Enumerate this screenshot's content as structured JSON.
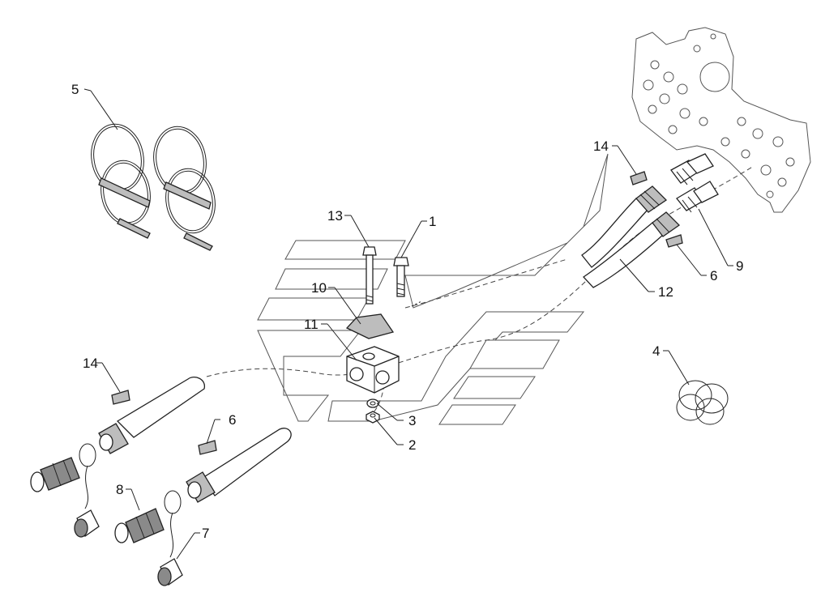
{
  "callouts": [
    {
      "id": "c1",
      "label": "1"
    },
    {
      "id": "c2",
      "label": "2"
    },
    {
      "id": "c3",
      "label": "3"
    },
    {
      "id": "c4",
      "label": "4"
    },
    {
      "id": "c5",
      "label": "5"
    },
    {
      "id": "c6a",
      "label": "6"
    },
    {
      "id": "c6b",
      "label": "6"
    },
    {
      "id": "c7",
      "label": "7"
    },
    {
      "id": "c8",
      "label": "8"
    },
    {
      "id": "c9",
      "label": "9"
    },
    {
      "id": "c10",
      "label": "10"
    },
    {
      "id": "c11",
      "label": "11"
    },
    {
      "id": "c12",
      "label": "12"
    },
    {
      "id": "c13",
      "label": "13"
    },
    {
      "id": "c14a",
      "label": "14"
    },
    {
      "id": "c14b",
      "label": "14"
    }
  ]
}
